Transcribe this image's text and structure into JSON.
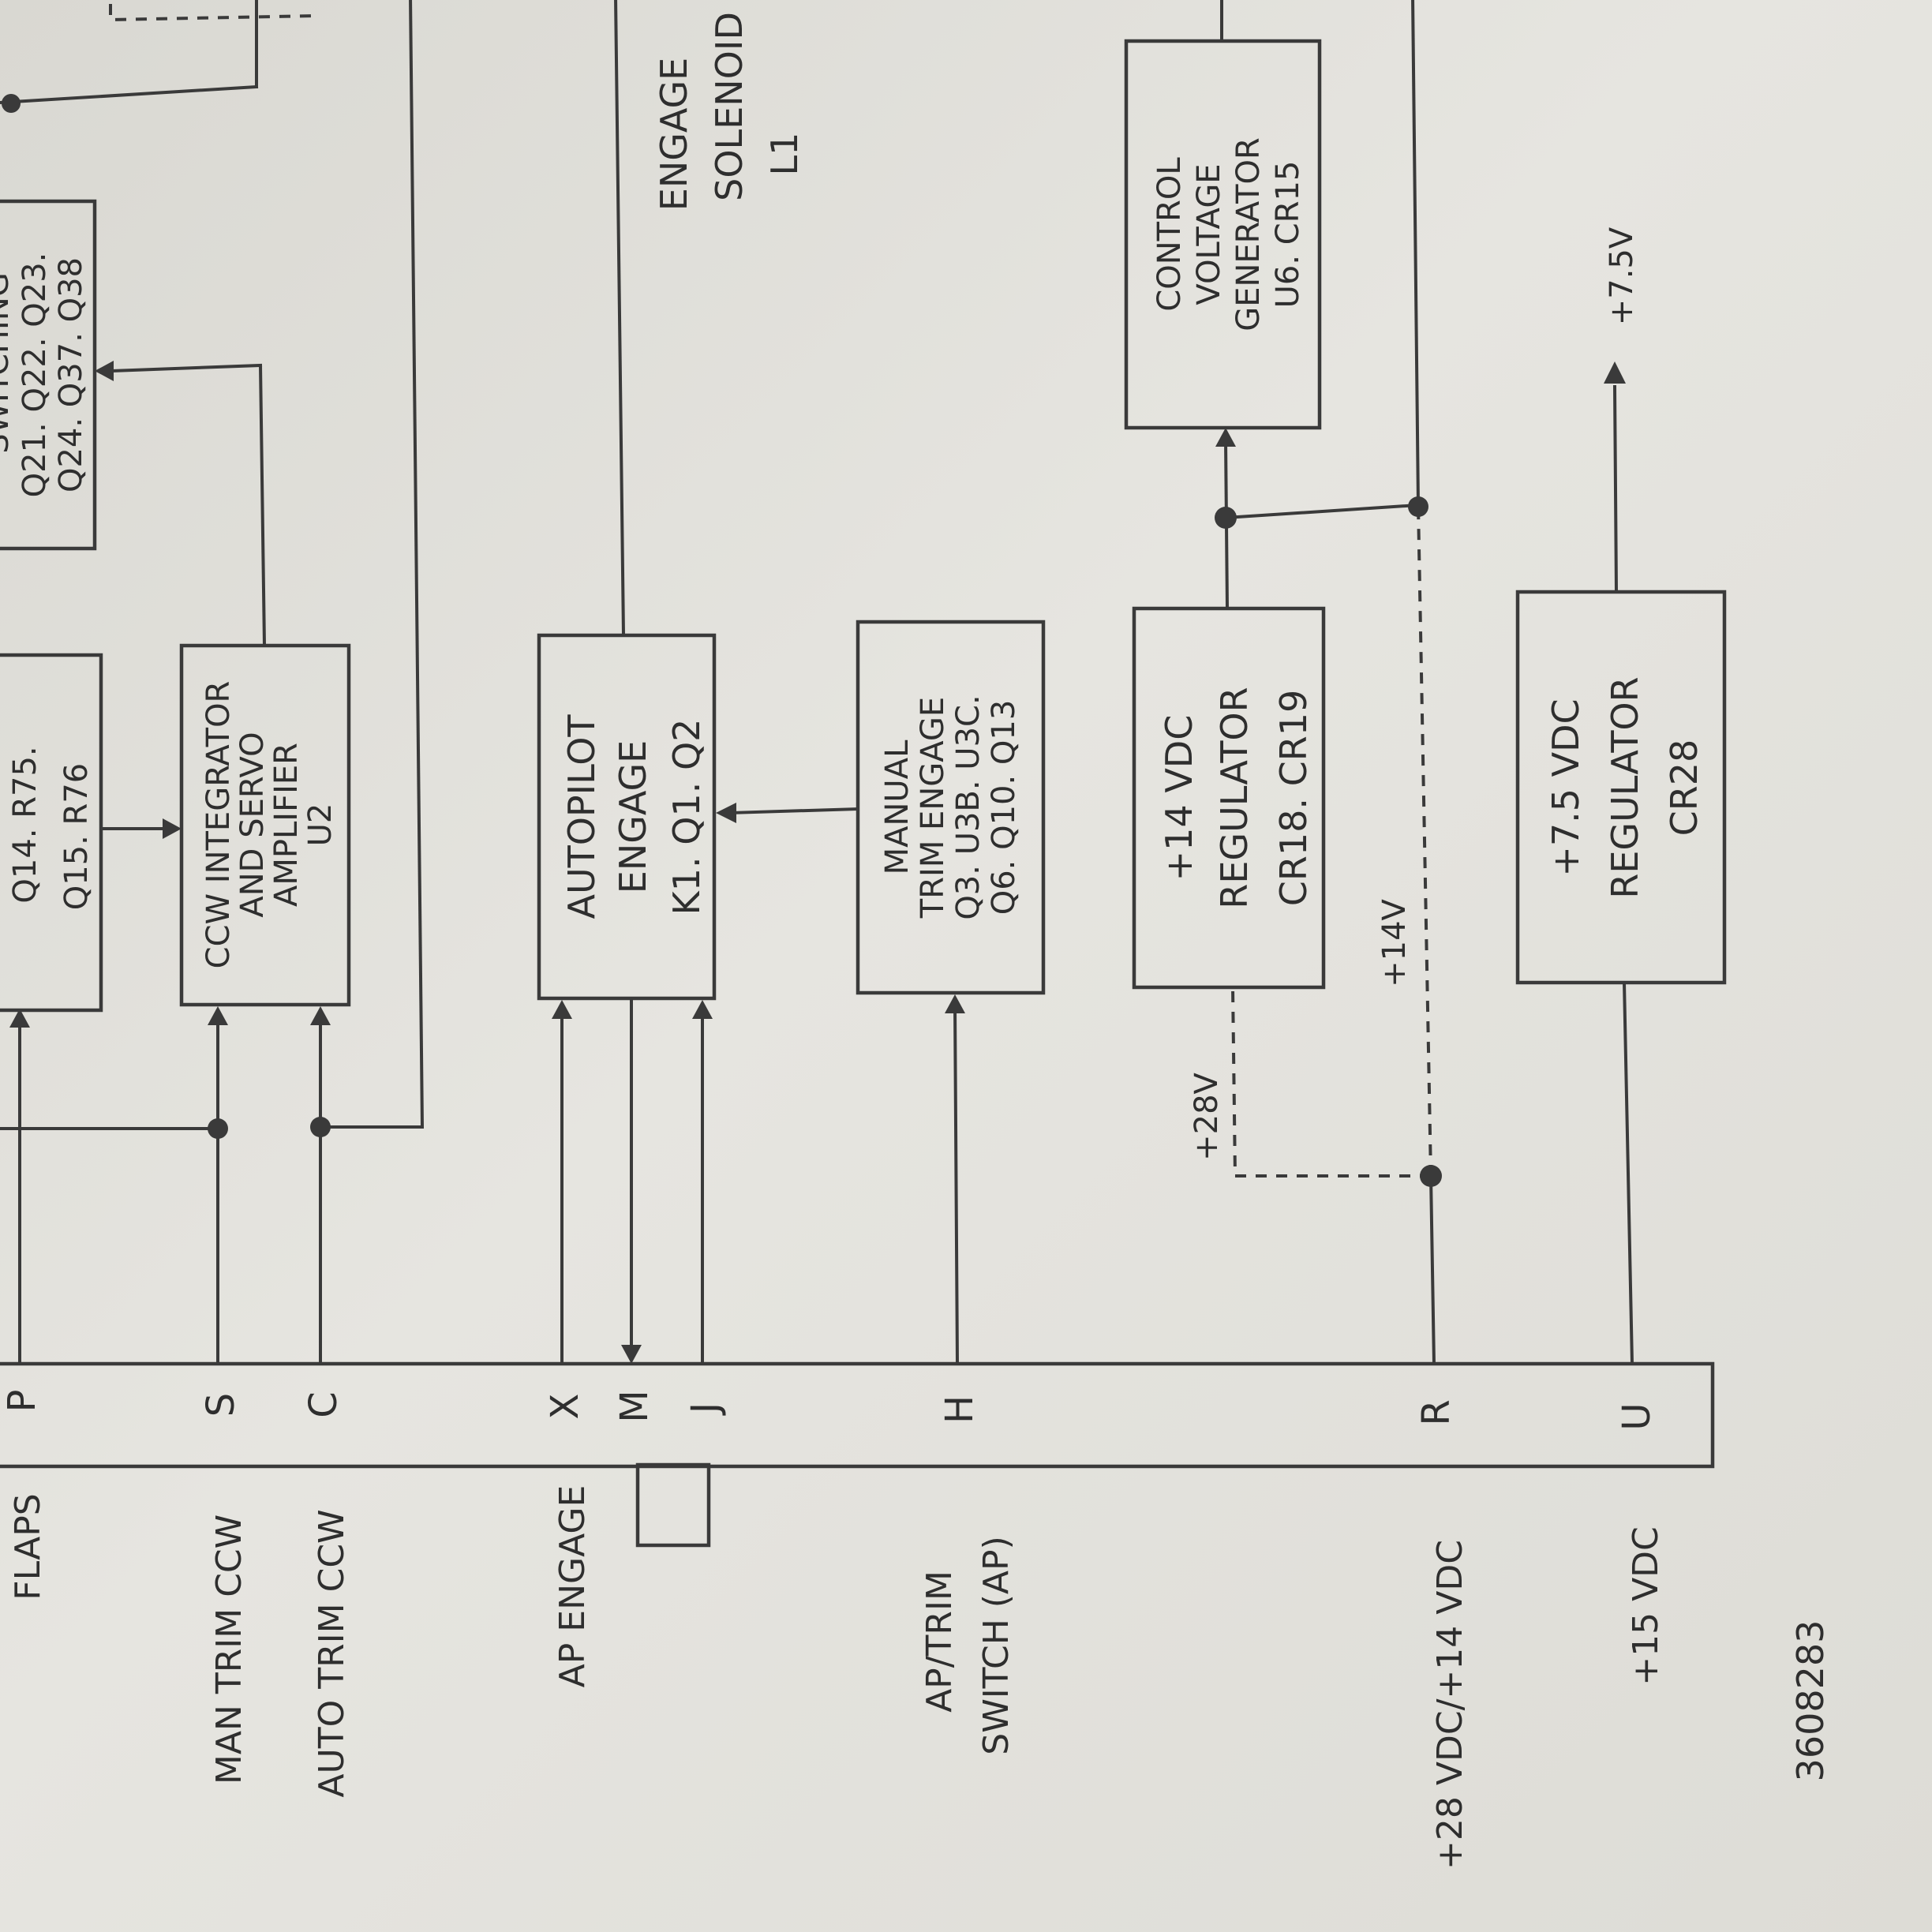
{
  "document_number": "3608283",
  "inputs": {
    "flaps": "FLAPS",
    "man_trim_ccw": "MAN TRIM CCW",
    "auto_trim_ccw": "AUTO TRIM CCW",
    "ap_engage": "AP ENGAGE",
    "ap_trim_switch_line1": "AP/TRIM",
    "ap_trim_switch_line2": "SWITCH (AP)",
    "plus28_plus14": "+28 VDC/+14 VDC",
    "plus15": "+15 VDC"
  },
  "pins": {
    "p": "P",
    "s": "S",
    "c": "C",
    "x": "X",
    "m": "M",
    "j": "J",
    "h": "H",
    "r": "R",
    "u": "U"
  },
  "blocks": {
    "partial_top_line1": "Q14. R75.",
    "partial_top_line2": "Q15. R76",
    "switching_line1": "SWITCHING",
    "switching_line2": "Q21. Q22. Q23.",
    "switching_line3": "Q24. Q37. Q38",
    "ccw_line1": "CCW INTEGRATOR",
    "ccw_line2": "AND SERVO",
    "ccw_line3": "AMPLIFIER",
    "ccw_line4": "U2",
    "ap_engage_line1": "AUTOPILOT",
    "ap_engage_line2": "ENGAGE",
    "ap_engage_line3": "K1. Q1. Q2",
    "manual_line1": "MANUAL",
    "manual_line2": "TRIM ENGAGE",
    "manual_line3": "Q3. U3B. U3C.",
    "manual_line4": "Q6. Q10. Q13",
    "reg14_line1": "+14 VDC",
    "reg14_line2": "REGULATOR",
    "reg14_line3": "CR18. CR19",
    "control_line1": "CONTROL",
    "control_line2": "VOLTAGE",
    "control_line3": "GENERATOR",
    "control_line4": "U6. CR15",
    "reg75_line1": "+7.5 VDC",
    "reg75_line2": "REGULATOR",
    "reg75_line3": "CR28"
  },
  "labels": {
    "engage_solenoid_line1": "ENGAGE",
    "engage_solenoid_line2": "SOLENOID",
    "engage_solenoid_line3": "L1",
    "v28": "+28V",
    "v14": "+14V",
    "v75": "+7.5V"
  }
}
